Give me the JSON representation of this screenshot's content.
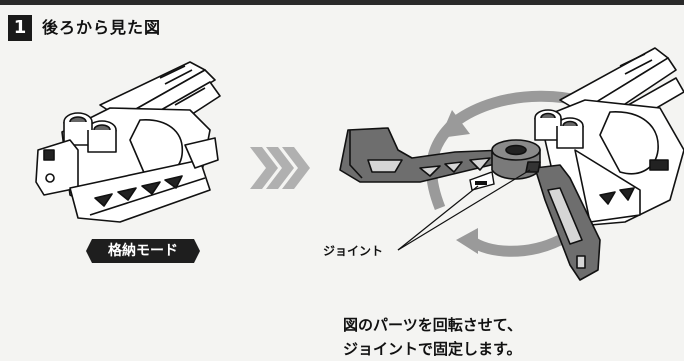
{
  "step": {
    "number": "1",
    "title": "後ろから見た図"
  },
  "mode_badge": "格納モード",
  "joint_label": "ジョイント",
  "instruction": {
    "line1": "図のパーツを回転させて、",
    "line2": "ジョイントで固定します。"
  },
  "colors": {
    "ink": "#111111",
    "part_gray": "#6e6e6e",
    "badge": "#1e1e1e",
    "arrow_gray": "#a0a0a0"
  },
  "icons": [
    "forward-chevrons-icon",
    "rotation-arrow-icon"
  ]
}
